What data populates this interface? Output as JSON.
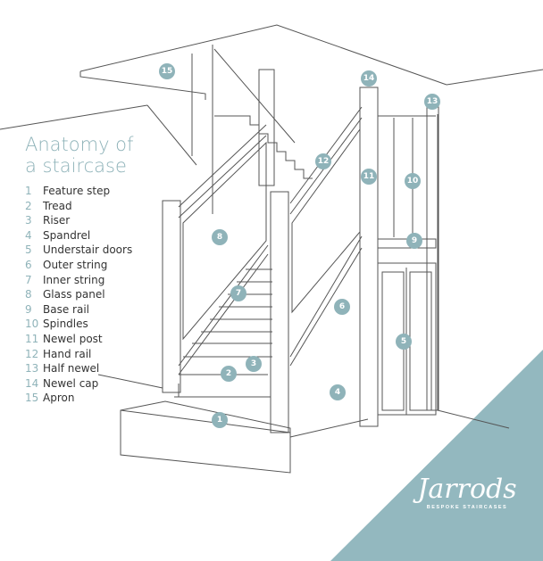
{
  "title_line1": "Anatomy of",
  "title_line2": "a staircase",
  "legend": [
    {
      "num": "1",
      "label": "Feature step"
    },
    {
      "num": "2",
      "label": "Tread"
    },
    {
      "num": "3",
      "label": "Riser"
    },
    {
      "num": "4",
      "label": "Spandrel"
    },
    {
      "num": "5",
      "label": "Understair doors"
    },
    {
      "num": "6",
      "label": "Outer string"
    },
    {
      "num": "7",
      "label": "Inner string"
    },
    {
      "num": "8",
      "label": "Glass panel"
    },
    {
      "num": "9",
      "label": "Base rail"
    },
    {
      "num": "10",
      "label": "Spindles"
    },
    {
      "num": "11",
      "label": "Newel post"
    },
    {
      "num": "12",
      "label": "Hand rail"
    },
    {
      "num": "13",
      "label": "Half newel"
    },
    {
      "num": "14",
      "label": "Newel cap"
    },
    {
      "num": "15",
      "label": "Apron"
    }
  ],
  "markers": [
    "1",
    "2",
    "3",
    "4",
    "5",
    "6",
    "7",
    "8",
    "9",
    "10",
    "11",
    "12",
    "13",
    "14",
    "15"
  ],
  "brand": {
    "name": "Jarrods",
    "tagline": "BESPOKE STAIRCASES"
  },
  "colors": {
    "accent": "#8fb3b9",
    "brand_panel": "#93b8bf",
    "line": "#555555"
  }
}
